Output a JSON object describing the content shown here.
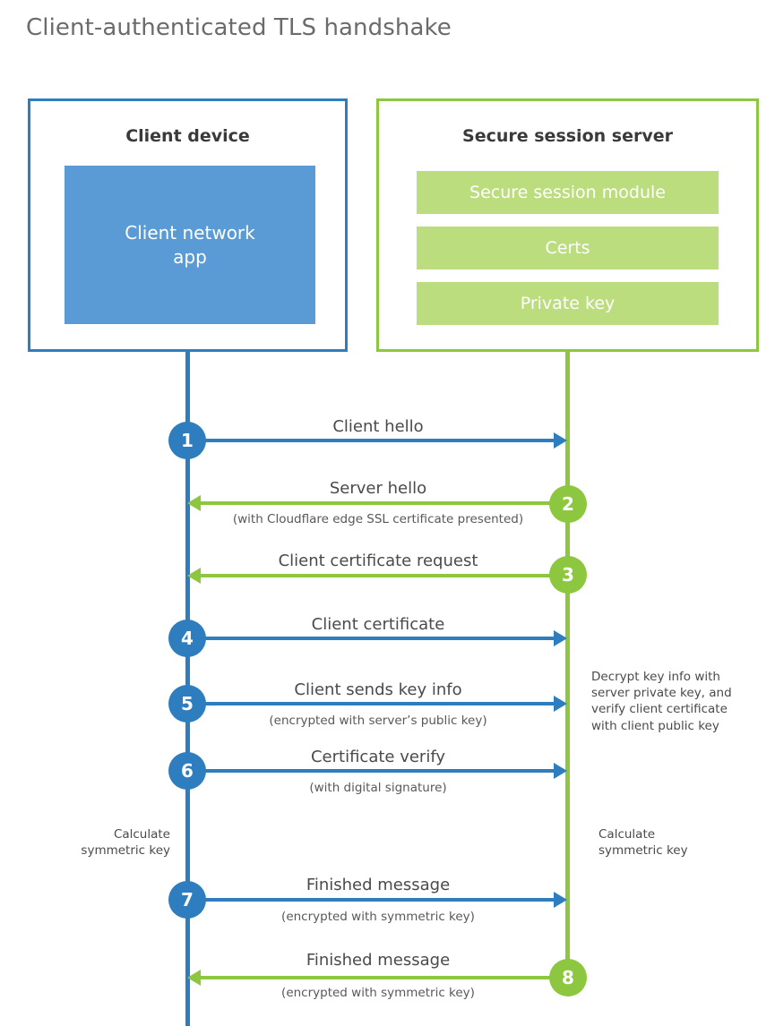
{
  "title": "Client-authenticated TLS handshake",
  "colors": {
    "client_blue": "#2E7DBE",
    "client_app_fill": "#5B9BD5",
    "server_green": "#8DC63F",
    "server_bar_fill": "#BCDD7E",
    "text_gray": "#4a4a4a",
    "title_gray": "#6b6b6b"
  },
  "client": {
    "title": "Client device",
    "app_label": "Client network\napp"
  },
  "server": {
    "title": "Secure session server",
    "bars": [
      {
        "label": "Secure session module"
      },
      {
        "label": "Certs"
      },
      {
        "label": "Private key"
      }
    ]
  },
  "steps": [
    {
      "number": "1",
      "label": "Client hello",
      "sublabel": "",
      "direction": "client-to-server",
      "badge_side": "client",
      "color": "blue"
    },
    {
      "number": "2",
      "label": "Server hello",
      "sublabel": "(with Cloudflare edge SSL certificate presented)",
      "direction": "server-to-client",
      "badge_side": "server",
      "color": "green"
    },
    {
      "number": "3",
      "label": "Client certificate request",
      "sublabel": "",
      "direction": "server-to-client",
      "badge_side": "server",
      "color": "green"
    },
    {
      "number": "4",
      "label": "Client certificate",
      "sublabel": "",
      "direction": "client-to-server",
      "badge_side": "client",
      "color": "blue"
    },
    {
      "number": "5",
      "label": "Client sends key info",
      "sublabel": "(encrypted with server’s public key)",
      "direction": "client-to-server",
      "badge_side": "client",
      "color": "blue"
    },
    {
      "number": "6",
      "label": "Certificate verify",
      "sublabel": "(with digital signature)",
      "direction": "client-to-server",
      "badge_side": "client",
      "color": "blue"
    },
    {
      "number": "7",
      "label": "Finished message",
      "sublabel": "(encrypted with symmetric key)",
      "direction": "client-to-server",
      "badge_side": "client",
      "color": "blue"
    },
    {
      "number": "8",
      "label": "Finished message",
      "sublabel": "(encrypted with symmetric key)",
      "direction": "server-to-client",
      "badge_side": "server",
      "color": "green"
    }
  ],
  "annotations": {
    "decrypt_note": "Decrypt key info with\nserver private key, and\nverify client certificate\nwith client public key",
    "calculate_client": "Calculate\nsymmetric key",
    "calculate_server": "Calculate\nsymmetric key"
  }
}
